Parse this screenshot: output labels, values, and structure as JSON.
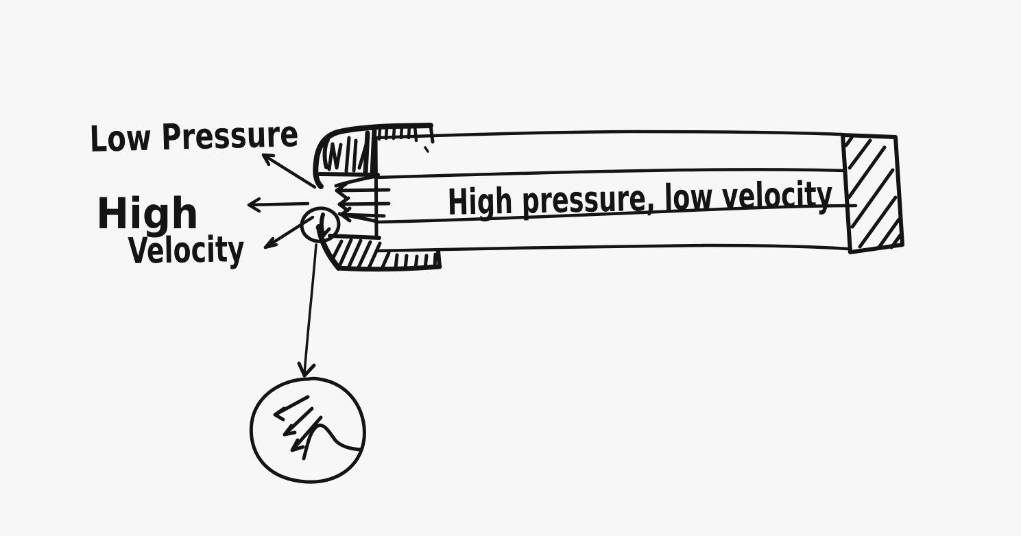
{
  "canvas": {
    "background": "#f7f7f7",
    "ink": "#141414"
  },
  "labels": {
    "low_pressure": "Low Pressure",
    "high": "High",
    "velocity": "Velocity",
    "pipe_interior": "High pressure, low velocity"
  }
}
